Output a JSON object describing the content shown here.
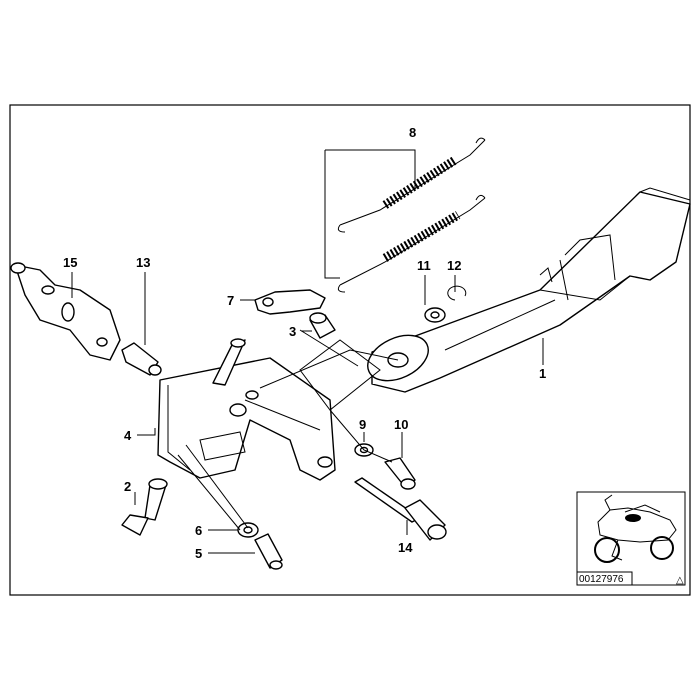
{
  "diagram": {
    "callouts": {
      "c1": "1",
      "c2": "2",
      "c3": "3",
      "c4": "4",
      "c5": "5",
      "c6": "6",
      "c7": "7",
      "c8": "8",
      "c9": "9",
      "c10": "10",
      "c11": "11",
      "c12": "12",
      "c13": "13",
      "c14": "14",
      "c15": "15"
    },
    "reference_number": "00127976",
    "corner_mark": "△"
  }
}
